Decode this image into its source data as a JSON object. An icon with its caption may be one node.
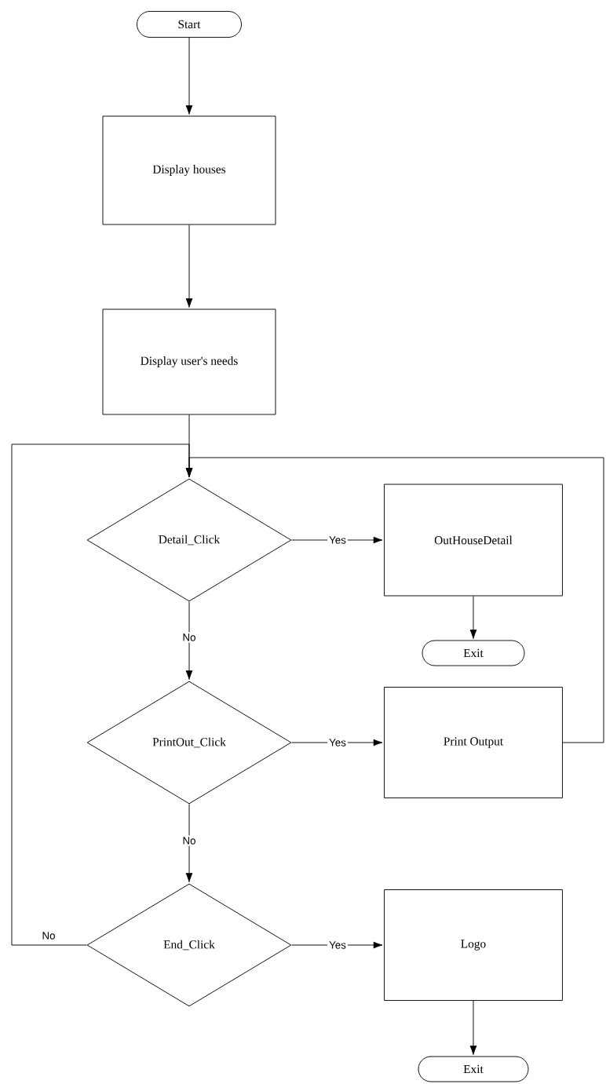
{
  "diagram": {
    "nodes": [
      {
        "text": [
          "Start"
        ]
      },
      {
        "text": [
          "Display houses"
        ]
      },
      {
        "text": [
          "Display user's needs"
        ]
      },
      {
        "text": [
          "Detail_Click"
        ]
      },
      {
        "text": [
          "OutHouseDetail"
        ]
      },
      {
        "text": [
          "Exit"
        ]
      },
      {
        "text": [
          "PrintOut_Click"
        ]
      },
      {
        "text": [
          "Print Output"
        ]
      },
      {
        "text": [
          "End_Click"
        ]
      },
      {
        "text": [
          "Logo"
        ]
      },
      {
        "text": [
          "Exit"
        ]
      }
    ],
    "edges": [
      {
        "from": 0,
        "to": 1,
        "arrow": "to"
      },
      {
        "from": 1,
        "to": 2,
        "arrow": "to"
      },
      {
        "from": 2,
        "to": 3,
        "arrow": "to"
      },
      {
        "from": 3,
        "to": 4,
        "arrow": "to",
        "label": "Yes"
      },
      {
        "from": 4,
        "to": 5,
        "arrow": "to"
      },
      {
        "from": 3,
        "to": 6,
        "arrow": "to",
        "label": "No"
      },
      {
        "from": 6,
        "to": 7,
        "arrow": "to",
        "label": "Yes"
      },
      {
        "from": 6,
        "to": 8,
        "arrow": "to",
        "label": "No"
      },
      {
        "from": 8,
        "to": 9,
        "arrow": "to",
        "label": "Yes"
      },
      {
        "from": 9,
        "to": 10,
        "arrow": "to"
      },
      {
        "from": 8,
        "to": 3,
        "arrow": "to",
        "label": "No"
      },
      {
        "from": 7,
        "to": 3,
        "arrow": "to"
      }
    ]
  }
}
